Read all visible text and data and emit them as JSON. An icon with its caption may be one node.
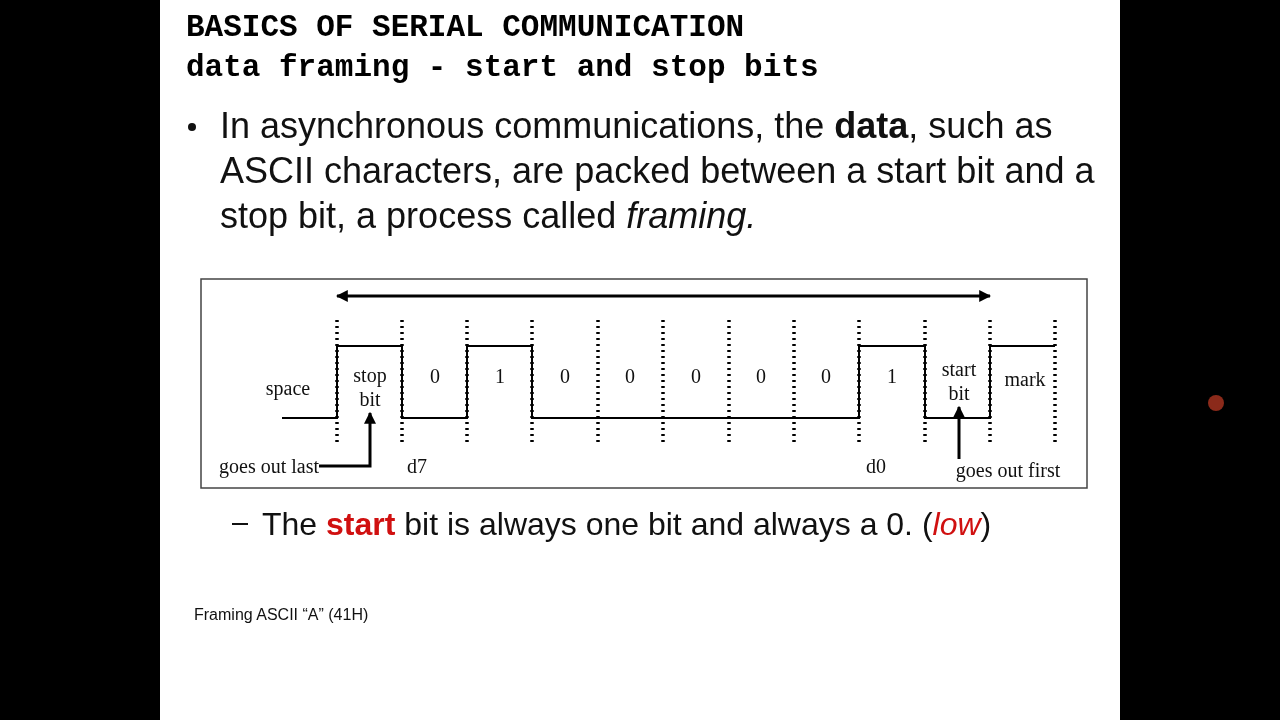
{
  "diagram": {
    "title": "BASICS OF SERIAL COMMUNICATION",
    "caption": "Framing ASCII “A” (41H)",
    "nodes": [
      {
        "text": [
          "stop bit"
        ]
      },
      {
        "text": [
          "goes out last"
        ]
      },
      {
        "text": [
          "start bit"
        ]
      },
      {
        "text": [
          "goes out first"
        ]
      }
    ],
    "edges": [
      {
        "from": 1,
        "to": 0,
        "arrow": "to"
      },
      {
        "from": 3,
        "to": 2,
        "arrow": "to"
      }
    ],
    "labels": [
      "data framing - start and stop bits",
      "In asynchronous communications, the **data**, such as ASCII characters, are packed between a start bit and a stop bit, a process called *framing.*",
      "The **start** bit is always one bit and always a 0. (*low*)",
      "space",
      "0",
      "1",
      "0",
      "0",
      "0",
      "0",
      "0",
      "1",
      "mark",
      "d7",
      "d0"
    ]
  }
}
